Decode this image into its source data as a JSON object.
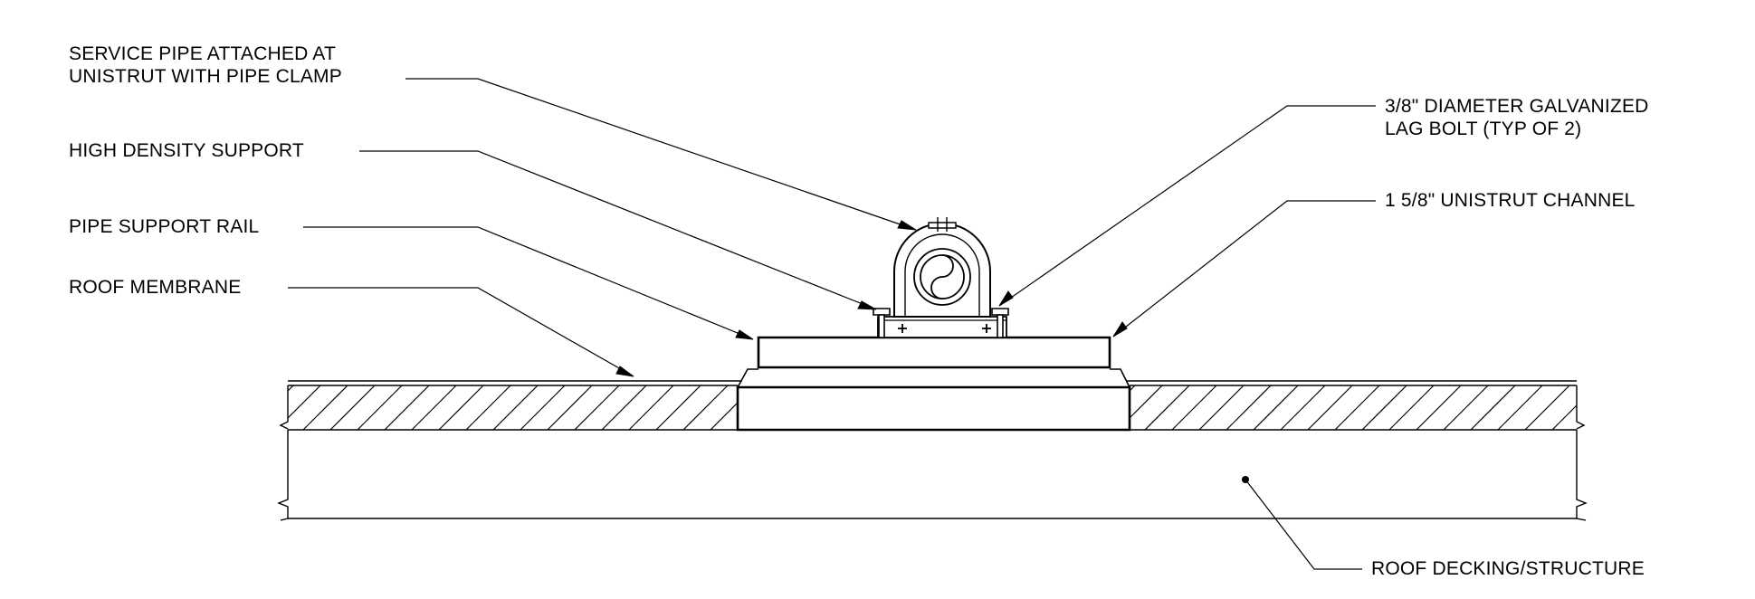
{
  "callouts": {
    "service_pipe": [
      "SERVICE PIPE ATTACHED AT",
      "UNISTRUT WITH PIPE CLAMP"
    ],
    "high_density_support": "HIGH DENSITY SUPPORT",
    "pipe_support_rail": "PIPE SUPPORT RAIL",
    "roof_membrane": "ROOF MEMBRANE",
    "lag_bolt": [
      "3/8\" DIAMETER GALVANIZED",
      "LAG BOLT (TYP OF 2)"
    ],
    "unistrut_channel": "1 5/8\" UNISTRUT CHANNEL",
    "roof_decking": "ROOF DECKING/STRUCTURE"
  },
  "style": {
    "line_color": "#000000",
    "background": "#ffffff"
  }
}
